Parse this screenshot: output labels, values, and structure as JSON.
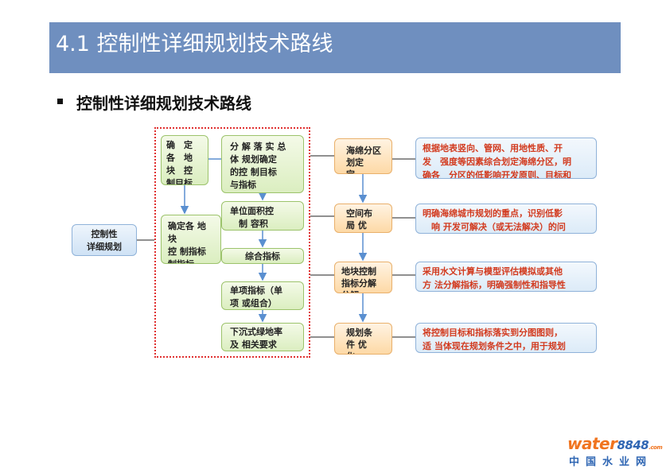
{
  "header": {
    "title": "4.1 控制性详细规划技术路线"
  },
  "section": {
    "heading": "控制性详细规划技术路线"
  },
  "diagram": {
    "root": "控制性\n详细规划",
    "left_col": {
      "top": "确　定\n各　地\n块　控\n制目标",
      "bottom": "确定各 地块\n控 制指标\n制指标"
    },
    "mid_col": [
      "分 解 落 实 总\n体 规划确定\n的控 制目标\n与指标",
      "单位面积控\n　制 容积",
      "综合指标",
      "单项指标（单\n项 或组合）",
      "下沉式绿地率\n及 相关要求"
    ],
    "steps": [
      "海绵分区\n划定\n定",
      "空间布\n局 优\n化",
      "地块控制\n指标分解\n分解",
      "规划条\n件 优\n化"
    ],
    "descriptions": [
      "根据地表竖向、管网、用地性质、开\n发　强度等因素综合划定海绵分区，明\n确各　分区的低影响开发原则、目标和\n策略",
      "明确海绵城市规划的重点，识别低影\n　响 开发可解决（或无法解决）的问\n　　题",
      "采用水文计算与模型评估模拟或其他\n方 法分解指标，明确强制性和指导性\n指标",
      "将控制目标和指标落实到分图图则，\n适 当体现在规划条件之中，用于规划\n管理"
    ]
  },
  "logo": {
    "brand": "water",
    "number": "8848",
    "domain": ".com",
    "subtitle": "中国水业网"
  },
  "colors": {
    "title_bar": "#6f8fbf",
    "desc_text": "#d23a1e",
    "frame": "#e03030",
    "logo_orange": "#f0741f",
    "logo_blue": "#2f66b3"
  }
}
